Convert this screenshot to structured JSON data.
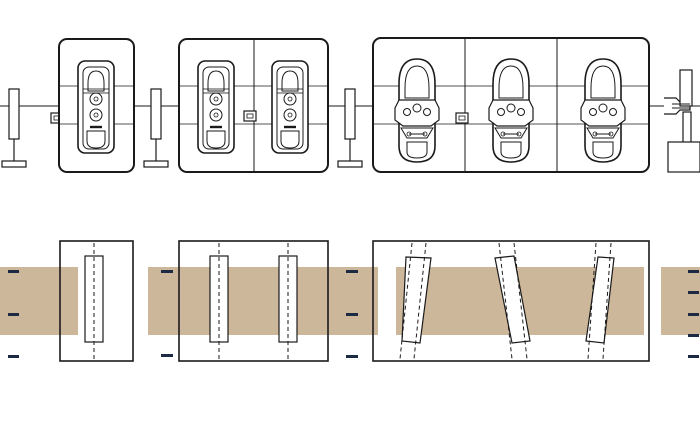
{
  "colors": {
    "line": "#1a1a1a",
    "board": "#cdb79b",
    "mark": "#1c2a44",
    "white": "#ffffff",
    "machine_fill": "#ffffff",
    "cutter_fill": "#f4f4f4"
  },
  "top_row": {
    "description_items": [
      "roller-pair-1",
      "single-head-unit",
      "roller-pair-2",
      "double-head-unit",
      "roller-pair-3",
      "triple-angled-head-unit",
      "exit-clamp"
    ]
  },
  "bottom_row": {
    "stations": [
      "single-cut",
      "double-cut",
      "angled-triple-cut"
    ]
  }
}
